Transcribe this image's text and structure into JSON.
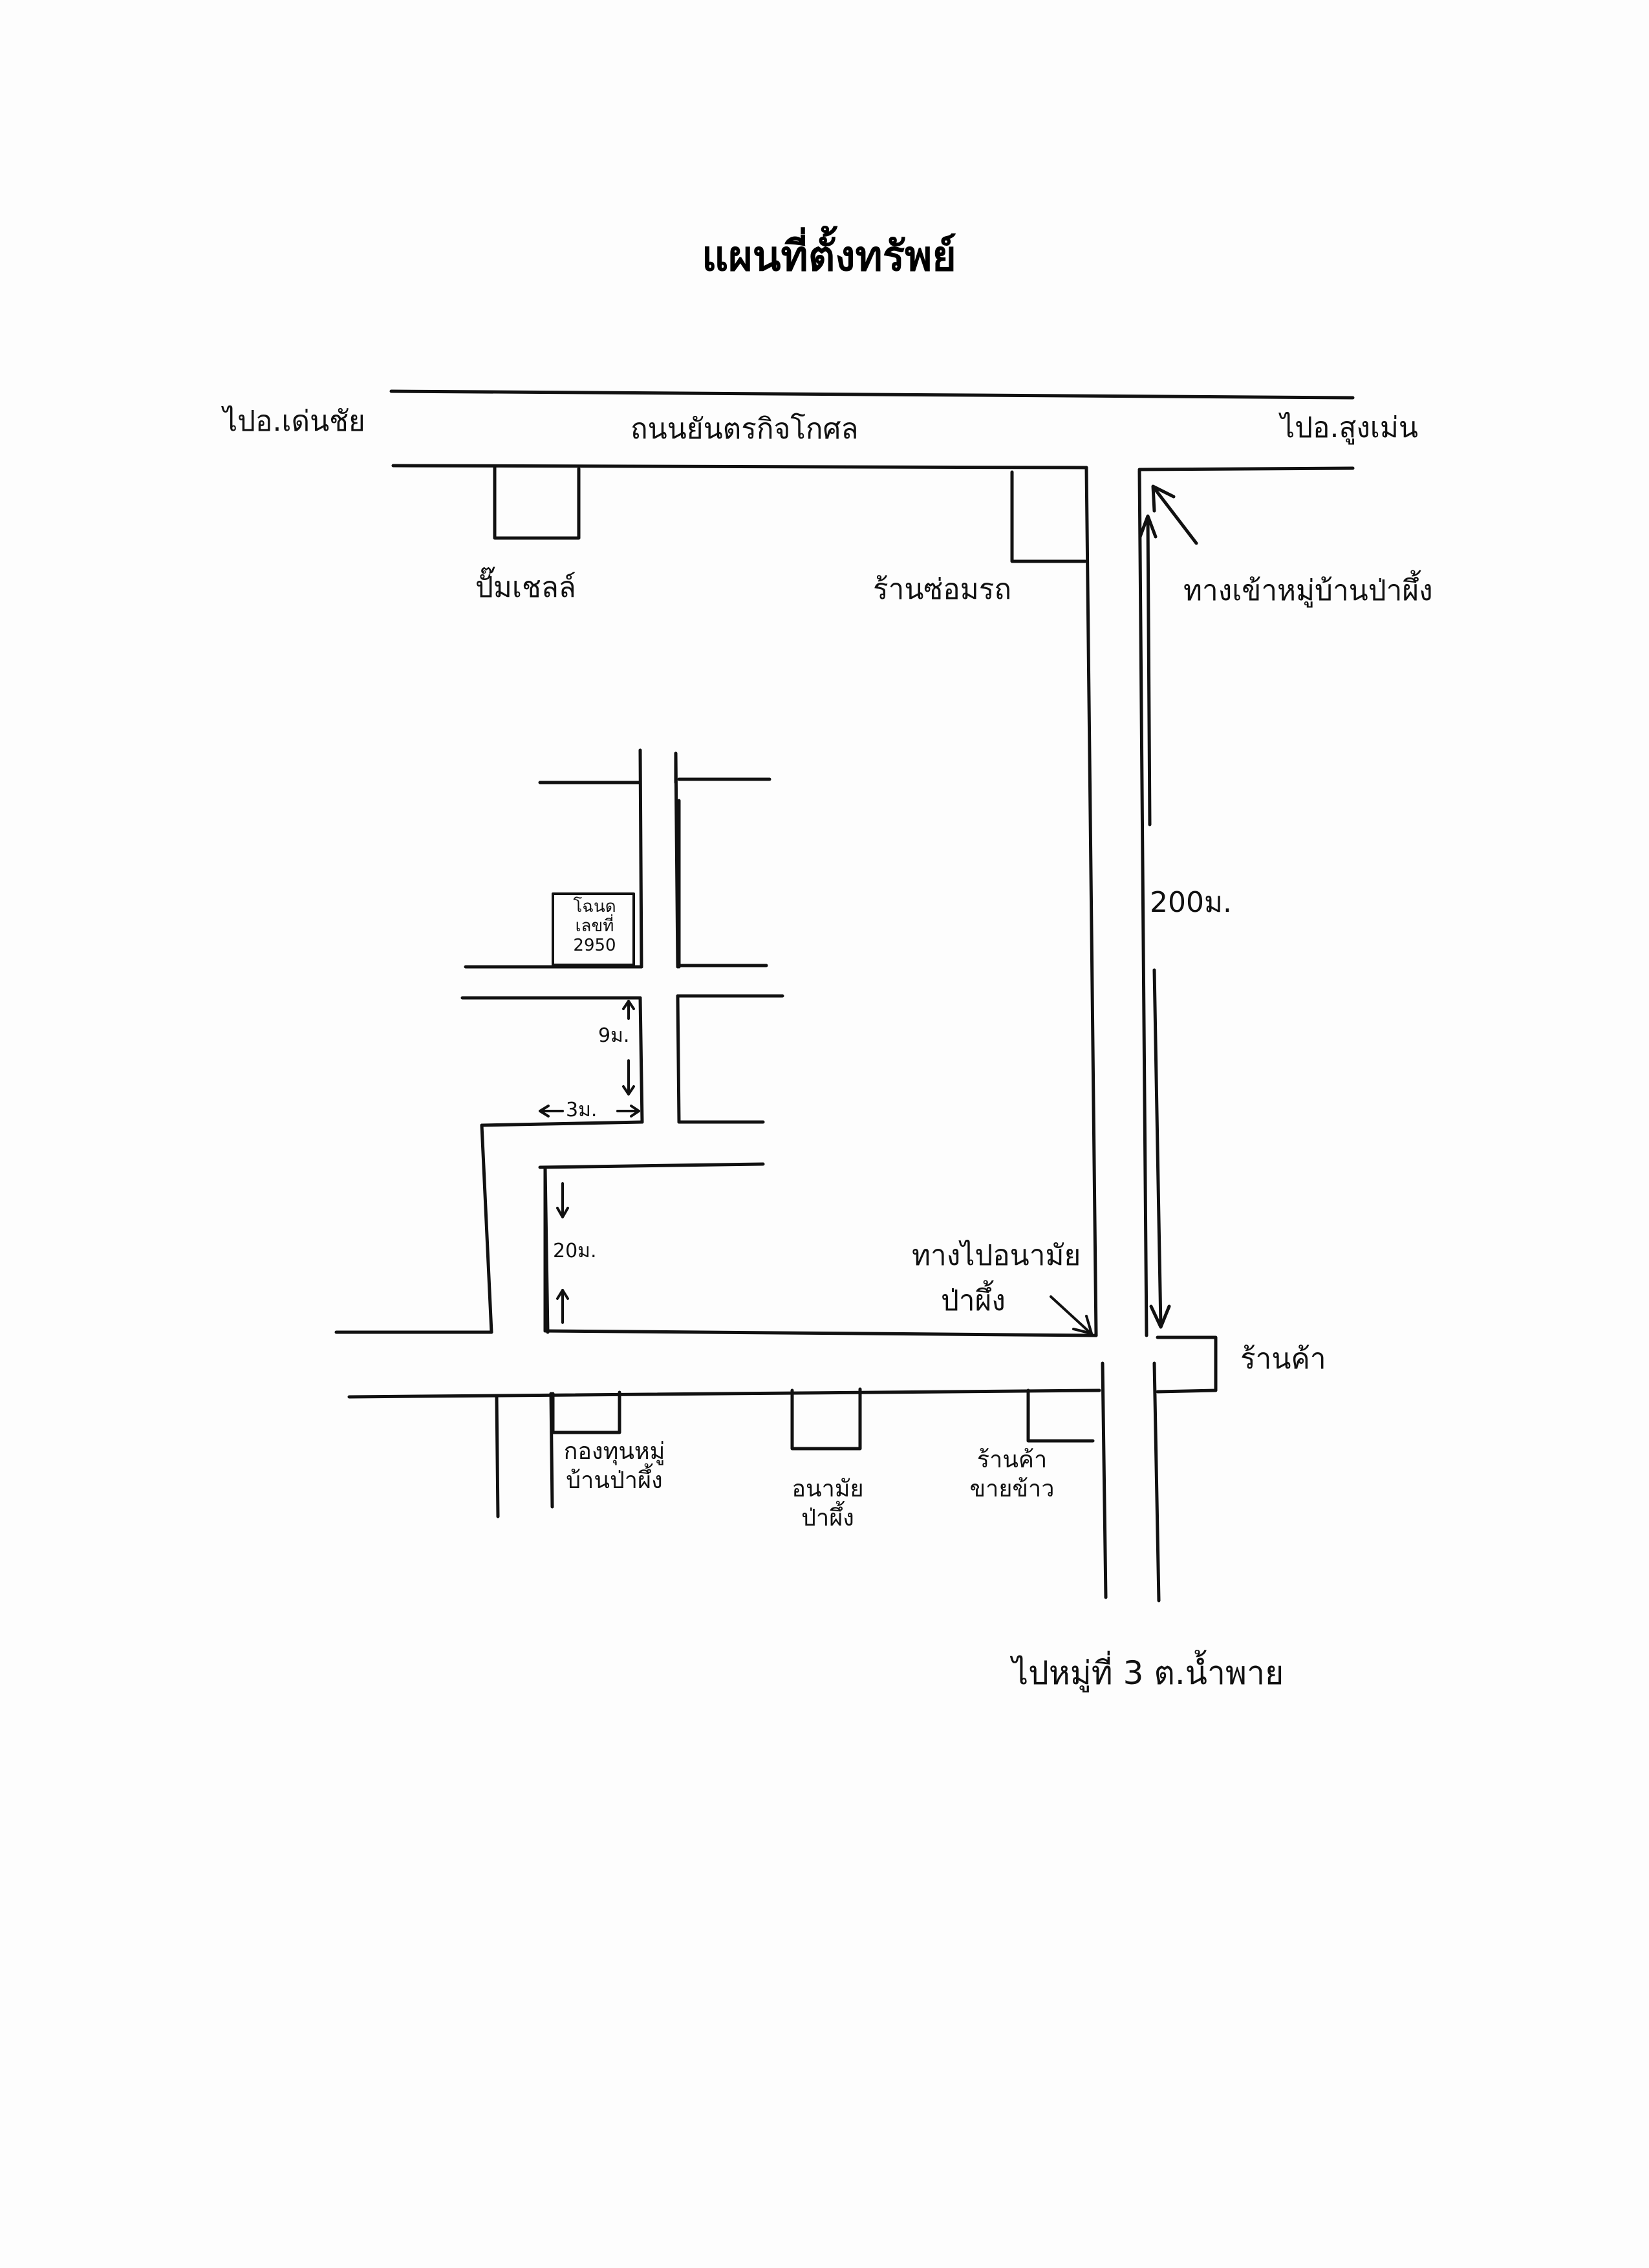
{
  "title": "แผนที่ตั้งทรัพย์",
  "labels": {
    "to_den_chai": "ไปอ.เด่นชัย",
    "road_name": "ถนนยันตรกิจโกศล",
    "to_sung_men": "ไปอ.สูงเม่น",
    "shell_pump": "ปั๊มเชลล์",
    "repair_shop": "ร้านซ่อมรถ",
    "village_entrance": "ทางเข้าหมู่บ้านป่าผึ้ง",
    "distance_200m": "200ม.",
    "deed_line1": "โฉนด",
    "deed_line2": "เลขที่",
    "deed_number": "2950",
    "dim_9m": "9ม.",
    "dim_3m": "3ม.",
    "dim_20m": "20ม.",
    "to_health_line1": "ทางไปอนามัย",
    "to_health_line2": "ป่าผึ้ง",
    "shop": "ร้านค้า",
    "fund_line1": "กองทุนหมู่",
    "fund_line2": "บ้านป่าผึ้ง",
    "health_line1": "อนามัย",
    "health_line2": "ป่าผึ้ง",
    "rice_line1": "ร้านค้า",
    "rice_line2": "ขายข้าว",
    "to_moo3": "ไปหมู่ที่ 3 ต.น้ำพาย"
  }
}
